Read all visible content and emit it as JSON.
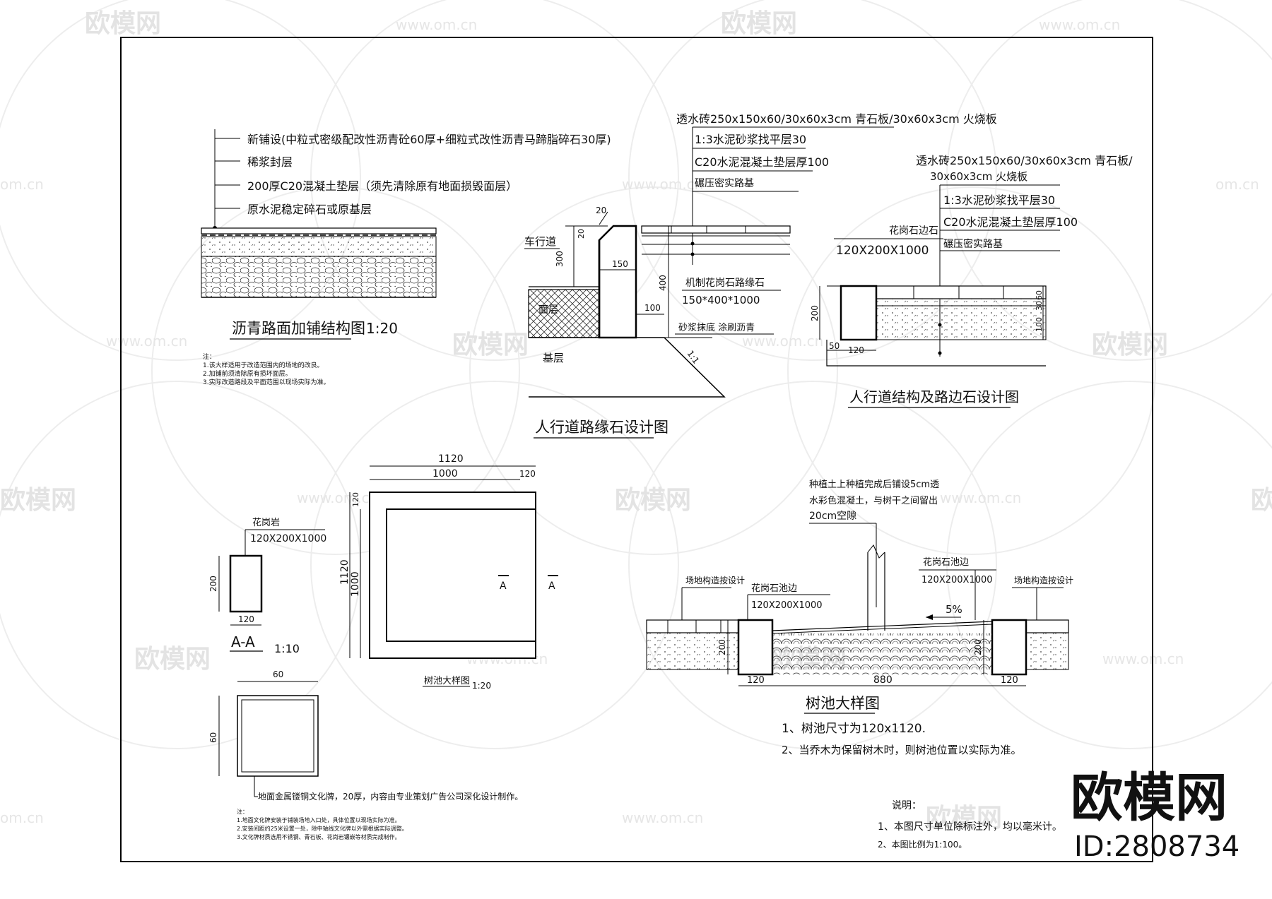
{
  "watermark": {
    "brand": "欧模网",
    "site": "www.om.cn",
    "site_short": "om.cn"
  },
  "brand_stamp": {
    "name": "欧模网",
    "id": "ID:2808734"
  },
  "asphalt": {
    "layers": [
      "新铺设(中粒式密级配改性沥青砼60厚+细粒式改性沥青马蹄脂碎石30厚)",
      "稀浆封层",
      "200厚C20混凝土垫层（须先清除原有地面损毁面层）",
      "原水泥稳定碎石或原基层"
    ],
    "title": "沥青路面加铺结构图",
    "scale": "1:20",
    "notes": [
      "注：",
      "1.该大样适用于改造范围内的场地的改良。",
      "2.加铺前须清除原有损坏面层。",
      "3.实际改造路段及平面范围以现场实际为准。"
    ]
  },
  "curb": {
    "top_layers": [
      "透水砖250x150x60/30x60x3cm  青石板/30x60x3cm  火烧板",
      "1:3水泥砂浆找平层30",
      "C20水泥混凝土垫层厚100",
      "碾压密实路基"
    ],
    "dims": {
      "d20": "20",
      "d300": "300",
      "d150": "150",
      "d400": "400",
      "d100": "100",
      "d20v": "20"
    },
    "carriageway": "车行道",
    "surface": "面层",
    "base": "基层",
    "stone_label": "机制花岗石路缘石",
    "stone_size": "150*400*1000",
    "mortar": "砂浆抹底 涂刷沥青",
    "slope": "1:1",
    "title": "人行道路缘石设计图"
  },
  "sidewalk": {
    "layers": [
      "透水砖250x150x60/30x60x3cm  青石板/",
      "30x60x3cm  火烧板",
      "1:3水泥砂浆找平层30",
      "C20水泥混凝土垫层厚100",
      "碾压密实路基"
    ],
    "stone_label": "花岗石边石",
    "stone_size": "120X200X1000",
    "dims": {
      "d200": "200",
      "d50": "50",
      "d120": "120",
      "d60": "60",
      "d30": "30",
      "d100": "100"
    },
    "title": "人行道结构及路边石设计图"
  },
  "stone_section": {
    "label": "花岗岩",
    "size": "120X200X1000",
    "h": "200",
    "w": "120",
    "title": "A-A",
    "scale": "1:10"
  },
  "pit_plan": {
    "overall": "1120",
    "inner": "1000",
    "edge": "120",
    "edge_top": "120",
    "side_overall": "1120",
    "side_inner": "1000",
    "section_mark": "A",
    "title": "树池大样图",
    "scale": "1:20"
  },
  "plaque": {
    "size": "60",
    "size_v": "60",
    "callout": "地面金属镂铜文化牌，20厚，内容由专业策划广告公司深化设计制作。",
    "notes": [
      "注：",
      "1.地面文化牌安装于铺装场地入口处，具体位置以现场实际为准。",
      "2.安装间距约25米设置一处，除中轴线文化牌以外需根据实际调整。",
      "3.文化牌材质选用不锈钢、青石板、花岗岩镶嵌等材质完成制作。"
    ]
  },
  "pit_section": {
    "planting_note": [
      "种植土上种植完成后铺设5cm透",
      "水彩色混凝土，与树干之间留出",
      "20cm空隙"
    ],
    "left_link": "场地构造按设计",
    "right_link": "场地构造按设计",
    "left_stone_label": "花岗石池边",
    "left_stone_size": "120X200X1000",
    "right_stone_label": "花岗石池边",
    "right_stone_size": "120X200X1000",
    "slope": "5%",
    "dims": {
      "left_h": "200",
      "right_h": "200",
      "left_w": "120",
      "span": "880",
      "right_w": "120"
    },
    "title": "树池大样图",
    "notes": [
      "1、树池尺寸为120x1120.",
      "2、当乔木为保留树木时，则树池位置以实际为准。"
    ]
  },
  "general_notes": {
    "heading": "说明：",
    "items": [
      "1、本图尺寸单位除标注外，均以毫米计。",
      "2、本图比例为1:100。"
    ]
  }
}
